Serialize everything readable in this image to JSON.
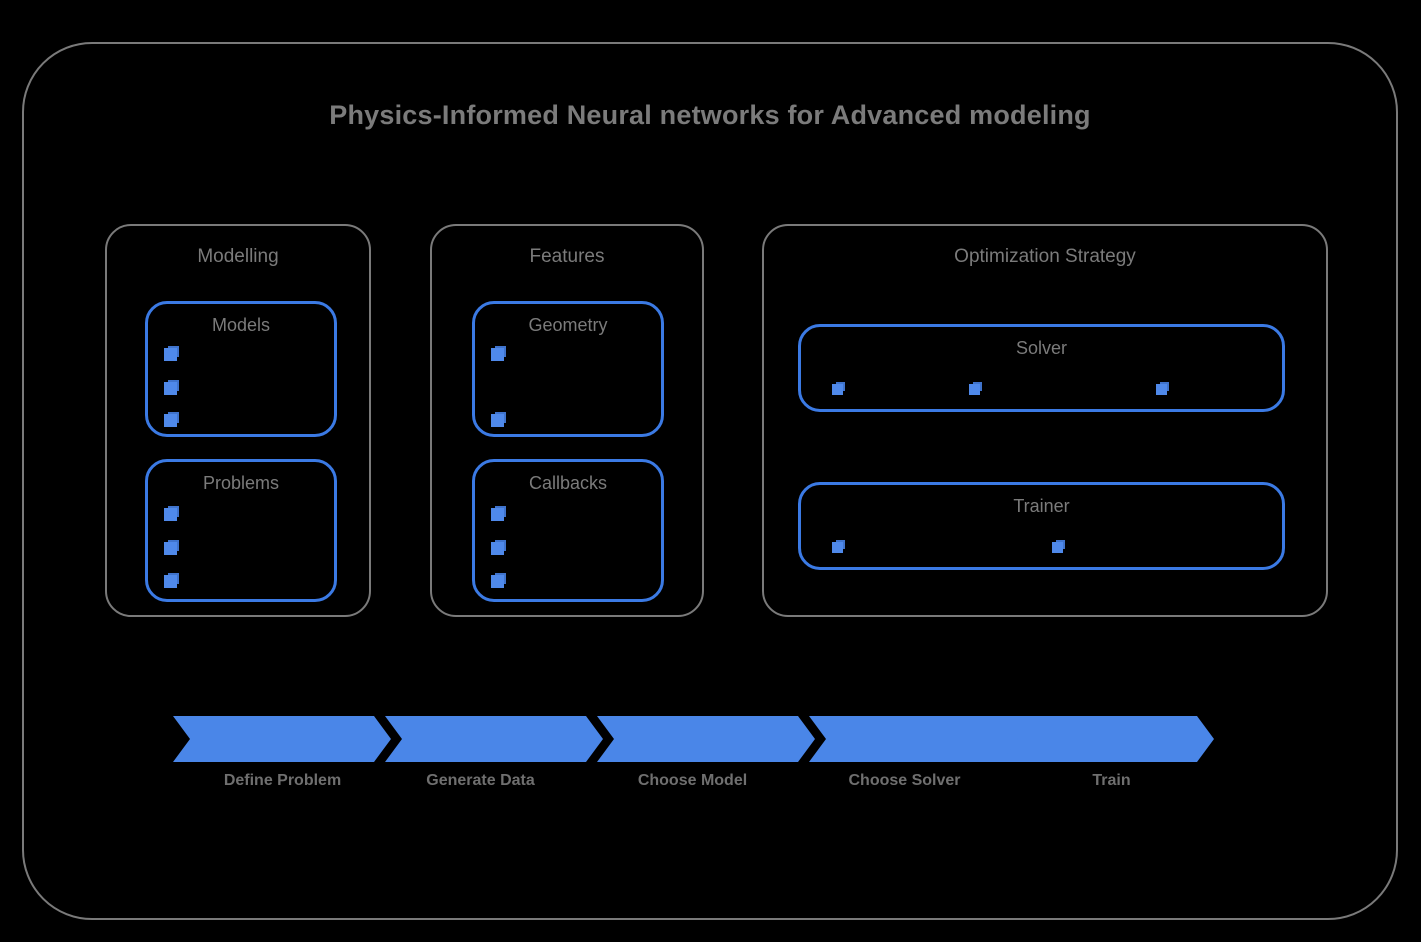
{
  "diagram": {
    "title": "Physics-Informed Neural networks for Advanced modeling",
    "accent_blue": "#4a86e8",
    "box_border_blue": "#3b7ae4",
    "frame_gray": "#7a7a7a",
    "text_gray": "#7b7b7b",
    "background": "#000000"
  },
  "groups": [
    {
      "id": "modelling",
      "title": "Modelling",
      "boxes": [
        {
          "id": "models",
          "title": "Models",
          "item_count": 3
        },
        {
          "id": "problems",
          "title": "Problems",
          "item_count": 3
        }
      ]
    },
    {
      "id": "features",
      "title": "Features",
      "boxes": [
        {
          "id": "geometry",
          "title": "Geometry",
          "item_count": 2
        },
        {
          "id": "callbacks",
          "title": "Callbacks",
          "item_count": 3
        }
      ]
    },
    {
      "id": "optimization",
      "title": "Optimization Strategy",
      "boxes": [
        {
          "id": "solver",
          "title": "Solver",
          "item_count": 3
        },
        {
          "id": "trainer",
          "title": "Trainer",
          "item_count": 2
        }
      ]
    }
  ],
  "process": {
    "steps": [
      {
        "label": "Define Problem"
      },
      {
        "label": "Generate Data"
      },
      {
        "label": "Choose Model"
      },
      {
        "label": "Choose Solver"
      },
      {
        "label": "Train"
      }
    ]
  },
  "icons": {
    "item_marker": "cube-icon"
  }
}
